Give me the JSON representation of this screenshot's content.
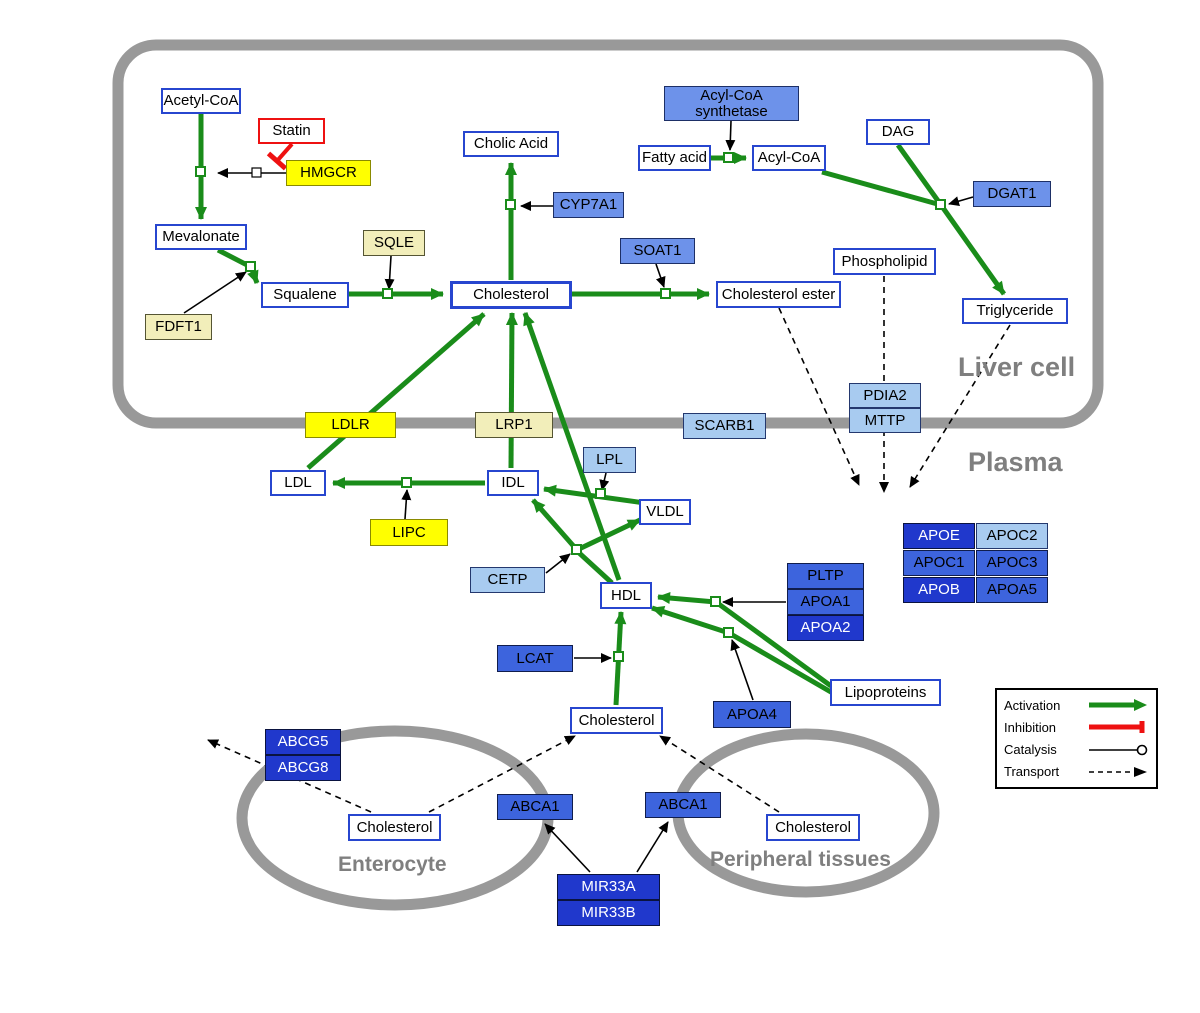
{
  "compartments": {
    "liver_cell": "Liver cell",
    "plasma": "Plasma",
    "enterocyte": "Enterocyte",
    "peripheral": "Peripheral tissues"
  },
  "nodes": {
    "acetyl_coa": "Acetyl-CoA",
    "statin": "Statin",
    "hmgcr": "HMGCR",
    "mevalonate": "Mevalonate",
    "sqle": "SQLE",
    "fdft1": "FDFT1",
    "squalene": "Squalene",
    "cholesterol_liver": "Cholesterol",
    "cholic_acid": "Cholic Acid",
    "cyp7a1": "CYP7A1",
    "soat1": "SOAT1",
    "cholesterol_ester": "Cholesterol ester",
    "acyl_coa_synthetase": "Acyl-CoA synthetase",
    "fatty_acid": "Fatty acid",
    "acyl_coa": "Acyl-CoA",
    "dag": "DAG",
    "dgat1": "DGAT1",
    "phospholipid": "Phospholipid",
    "triglyceride": "Triglyceride",
    "pdia2": "PDIA2",
    "mttp": "MTTP",
    "ldlr": "LDLR",
    "lrp1": "LRP1",
    "scarb1": "SCARB1",
    "ldl": "LDL",
    "idl": "IDL",
    "lpl": "LPL",
    "vldl": "VLDL",
    "lipc": "LIPC",
    "cetp": "CETP",
    "hdl": "HDL",
    "lcat": "LCAT",
    "pltp": "PLTP",
    "apoa1": "APOA1",
    "apoa2": "APOA2",
    "apoe": "APOE",
    "apoc2": "APOC2",
    "apoc1": "APOC1",
    "apoc3": "APOC3",
    "apob": "APOB",
    "apoa5": "APOA5",
    "apoa4": "APOA4",
    "lipoproteins": "Lipoproteins",
    "cholesterol_plasma": "Cholesterol",
    "abcg5": "ABCG5",
    "abcg8": "ABCG8",
    "cholesterol_enterocyte": "Cholesterol",
    "abca1_left": "ABCA1",
    "abca1_right": "ABCA1",
    "cholesterol_peripheral": "Cholesterol",
    "mir33a": "MIR33A",
    "mir33b": "MIR33B"
  },
  "legend": {
    "activation": "Activation",
    "inhibition": "Inhibition",
    "catalysis": "Catalysis",
    "transport": "Transport"
  },
  "colors": {
    "activation_green": "#1a8c1a",
    "inhibition_red": "#ee1111",
    "metabolite_border_blue": "#2746cf",
    "enzyme_yellow": "#ffff00",
    "enzyme_pale_yellow": "#f2eeba",
    "enzyme_light_blue": "#a8cbf0",
    "enzyme_medium_blue": "#6d92ea",
    "enzyme_royal_blue": "#3d64dd",
    "enzyme_dark_blue": "#2038cc",
    "membrane_gray": "#999999"
  }
}
